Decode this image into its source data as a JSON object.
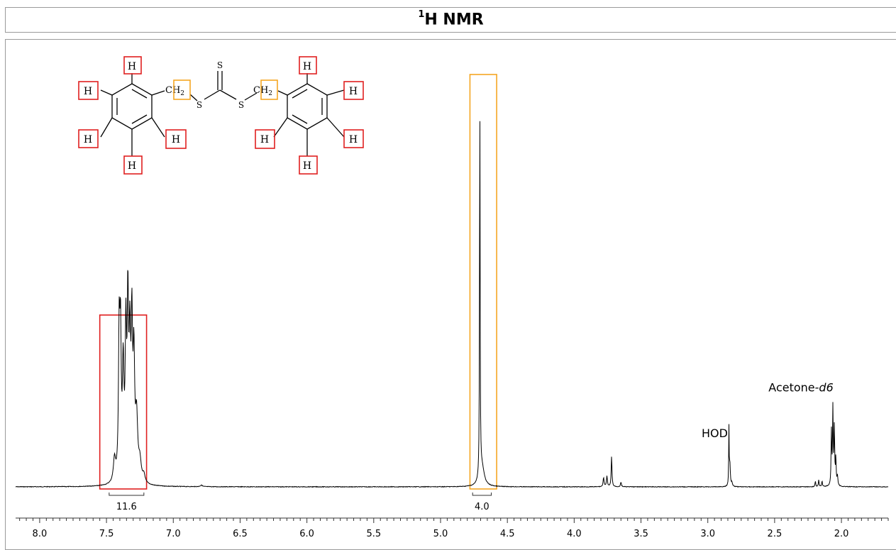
{
  "title": {
    "main": "H NMR",
    "superscript": "1"
  },
  "colors": {
    "aromatic_box": "#e02020",
    "ch2_box": "#f5a623",
    "spectrum": "#000000",
    "axis": "#333333"
  },
  "molecule": {
    "atoms": {
      "h": "H",
      "s": "S",
      "ch": "CH",
      "sub2": "2"
    }
  },
  "chart_data": {
    "type": "line",
    "title": "1H NMR",
    "xlabel": "",
    "ylabel": "",
    "xlim": [
      8.18,
      1.65
    ],
    "x_reversed": true,
    "ticks": [
      8.0,
      7.5,
      7.0,
      6.5,
      6.0,
      5.5,
      5.0,
      4.5,
      4.0,
      3.5,
      3.0,
      2.5,
      2.0
    ],
    "tick_labels": [
      "8.0",
      "7.5",
      "7.0",
      "6.5",
      "6.0",
      "5.5",
      "5.0",
      "4.5",
      "4.0",
      "3.5",
      "3.0",
      "2.5",
      "2.0"
    ],
    "ylim": [
      0,
      1.0
    ],
    "peaks": [
      {
        "ppm": 7.405,
        "height": 0.37,
        "width": 0.006
      },
      {
        "ppm": 7.395,
        "height": 0.35,
        "width": 0.006
      },
      {
        "ppm": 7.375,
        "height": 0.28,
        "width": 0.007
      },
      {
        "ppm": 7.355,
        "height": 0.36,
        "width": 0.006
      },
      {
        "ppm": 7.34,
        "height": 0.43,
        "width": 0.006
      },
      {
        "ppm": 7.325,
        "height": 0.33,
        "width": 0.007
      },
      {
        "ppm": 7.31,
        "height": 0.37,
        "width": 0.006
      },
      {
        "ppm": 7.295,
        "height": 0.3,
        "width": 0.007
      },
      {
        "ppm": 7.275,
        "height": 0.16,
        "width": 0.01
      },
      {
        "ppm": 7.25,
        "height": 0.05,
        "width": 0.012
      },
      {
        "ppm": 7.44,
        "height": 0.06,
        "width": 0.01
      },
      {
        "ppm": 7.22,
        "height": 0.02,
        "width": 0.01
      },
      {
        "ppm": 6.79,
        "height": 0.004,
        "width": 0.01
      },
      {
        "ppm": 4.706,
        "height": 1.0,
        "width": 0.0025
      },
      {
        "ppm": 4.69,
        "height": 0.05,
        "width": 0.02
      },
      {
        "ppm": 3.78,
        "height": 0.025,
        "width": 0.004
      },
      {
        "ppm": 3.755,
        "height": 0.028,
        "width": 0.004
      },
      {
        "ppm": 3.72,
        "height": 0.08,
        "width": 0.0035
      },
      {
        "ppm": 3.65,
        "height": 0.012,
        "width": 0.004
      },
      {
        "ppm": 2.842,
        "height": 0.15,
        "width": 0.002
      },
      {
        "ppm": 2.835,
        "height": 0.06,
        "width": 0.004
      },
      {
        "ppm": 2.82,
        "height": 0.01,
        "width": 0.005
      },
      {
        "ppm": 2.195,
        "height": 0.015,
        "width": 0.003
      },
      {
        "ppm": 2.17,
        "height": 0.018,
        "width": 0.003
      },
      {
        "ppm": 2.145,
        "height": 0.015,
        "width": 0.003
      },
      {
        "ppm": 2.075,
        "height": 0.14,
        "width": 0.003
      },
      {
        "ppm": 2.064,
        "height": 0.2,
        "width": 0.003
      },
      {
        "ppm": 2.053,
        "height": 0.15,
        "width": 0.003
      },
      {
        "ppm": 2.042,
        "height": 0.07,
        "width": 0.003
      },
      {
        "ppm": 2.03,
        "height": 0.025,
        "width": 0.004
      }
    ],
    "integrals": [
      {
        "from": 7.48,
        "to": 7.22,
        "value": "11.6"
      },
      {
        "from": 4.76,
        "to": 4.62,
        "value": "4.0"
      }
    ],
    "highlight_regions": [
      {
        "from": 7.55,
        "to": 7.2,
        "top": 0.45,
        "color": "aromatic"
      },
      {
        "from": 4.78,
        "to": 4.58,
        "top": 1.08,
        "color": "ch2"
      }
    ],
    "annotations": [
      {
        "ppm": 2.85,
        "height": 0.16,
        "text": "HOD",
        "italic": ""
      },
      {
        "ppm": 2.06,
        "height": 0.28,
        "text": "Acetone-",
        "italic": "d6"
      }
    ]
  }
}
